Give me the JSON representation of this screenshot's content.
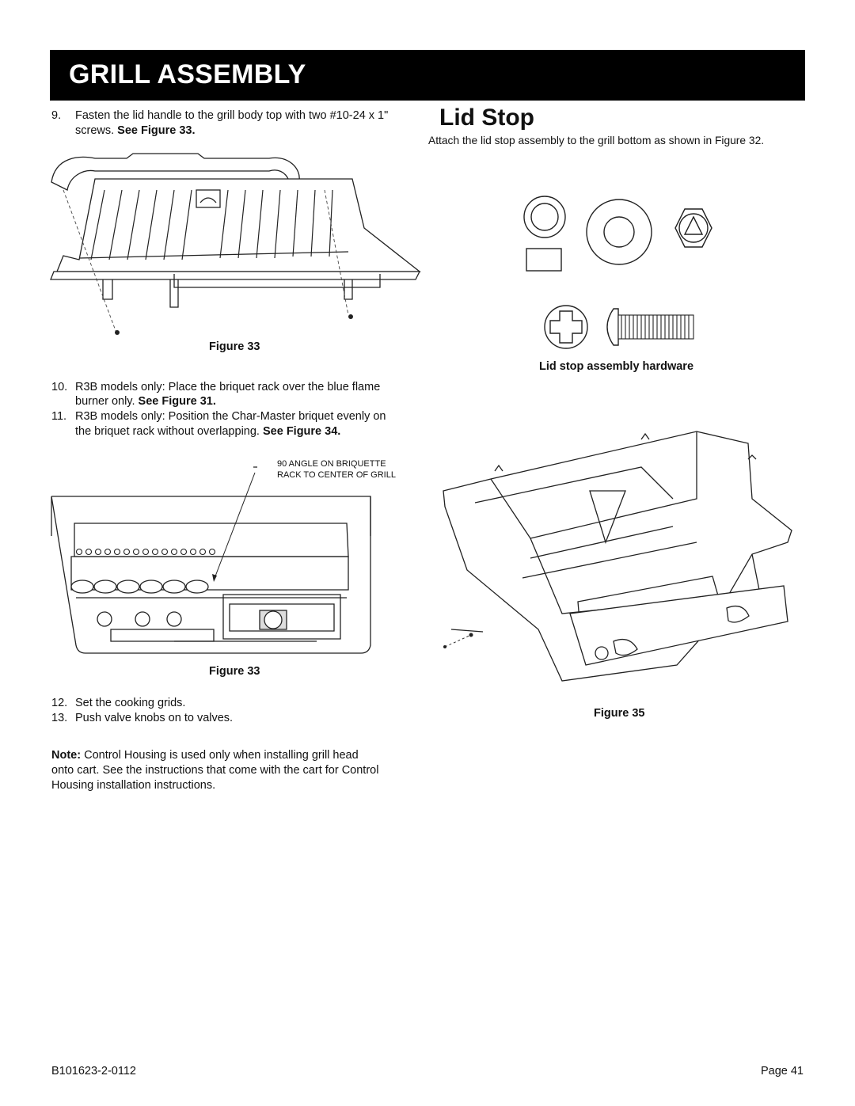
{
  "header": {
    "title": "GRILL ASSEMBLY"
  },
  "left": {
    "step9": {
      "num": "9.",
      "line1": "Fasten the lid handle to the grill body top with two #10-24 x 1\"",
      "line2_plain": "screws. ",
      "line2_bold": "See Figure 33."
    },
    "figure_a_caption": "Figure 33",
    "step10": {
      "num": "10.",
      "line1": "R3B models only: Place the briquet rack over the blue flame",
      "line2_plain": "burner only. ",
      "line2_bold": "See Figure 31."
    },
    "step11": {
      "num": "11.",
      "line1": "R3B models only: Position the Char-Master briquet evenly on",
      "line2_plain": "the briquet rack without overlapping. ",
      "line2_bold": "See Figure 34."
    },
    "callout_line1": "90 ANGLE ON BRIQUETTE",
    "callout_line2": "RACK TO CENTER OF GRILL",
    "figure_b_caption": "Figure 33",
    "step12": {
      "num": "12.",
      "text": "Set the cooking grids."
    },
    "step13": {
      "num": "13.",
      "text": "Push valve knobs on to valves."
    },
    "note": {
      "label": "Note:",
      "line1": " Control Housing is used only when installing grill head",
      "line2": "onto cart. See the instructions that come with the cart for Control",
      "line3": "Housing installation instructions."
    }
  },
  "right": {
    "heading": "Lid Stop",
    "intro": "Attach the lid stop assembly to the grill bottom as shown in Figure 32.",
    "hardware_caption": "Lid stop assembly hardware",
    "figure_c_caption": "Figure 35"
  },
  "footer": {
    "doc_number": "B101623-2-0112",
    "page": "Page 41"
  }
}
